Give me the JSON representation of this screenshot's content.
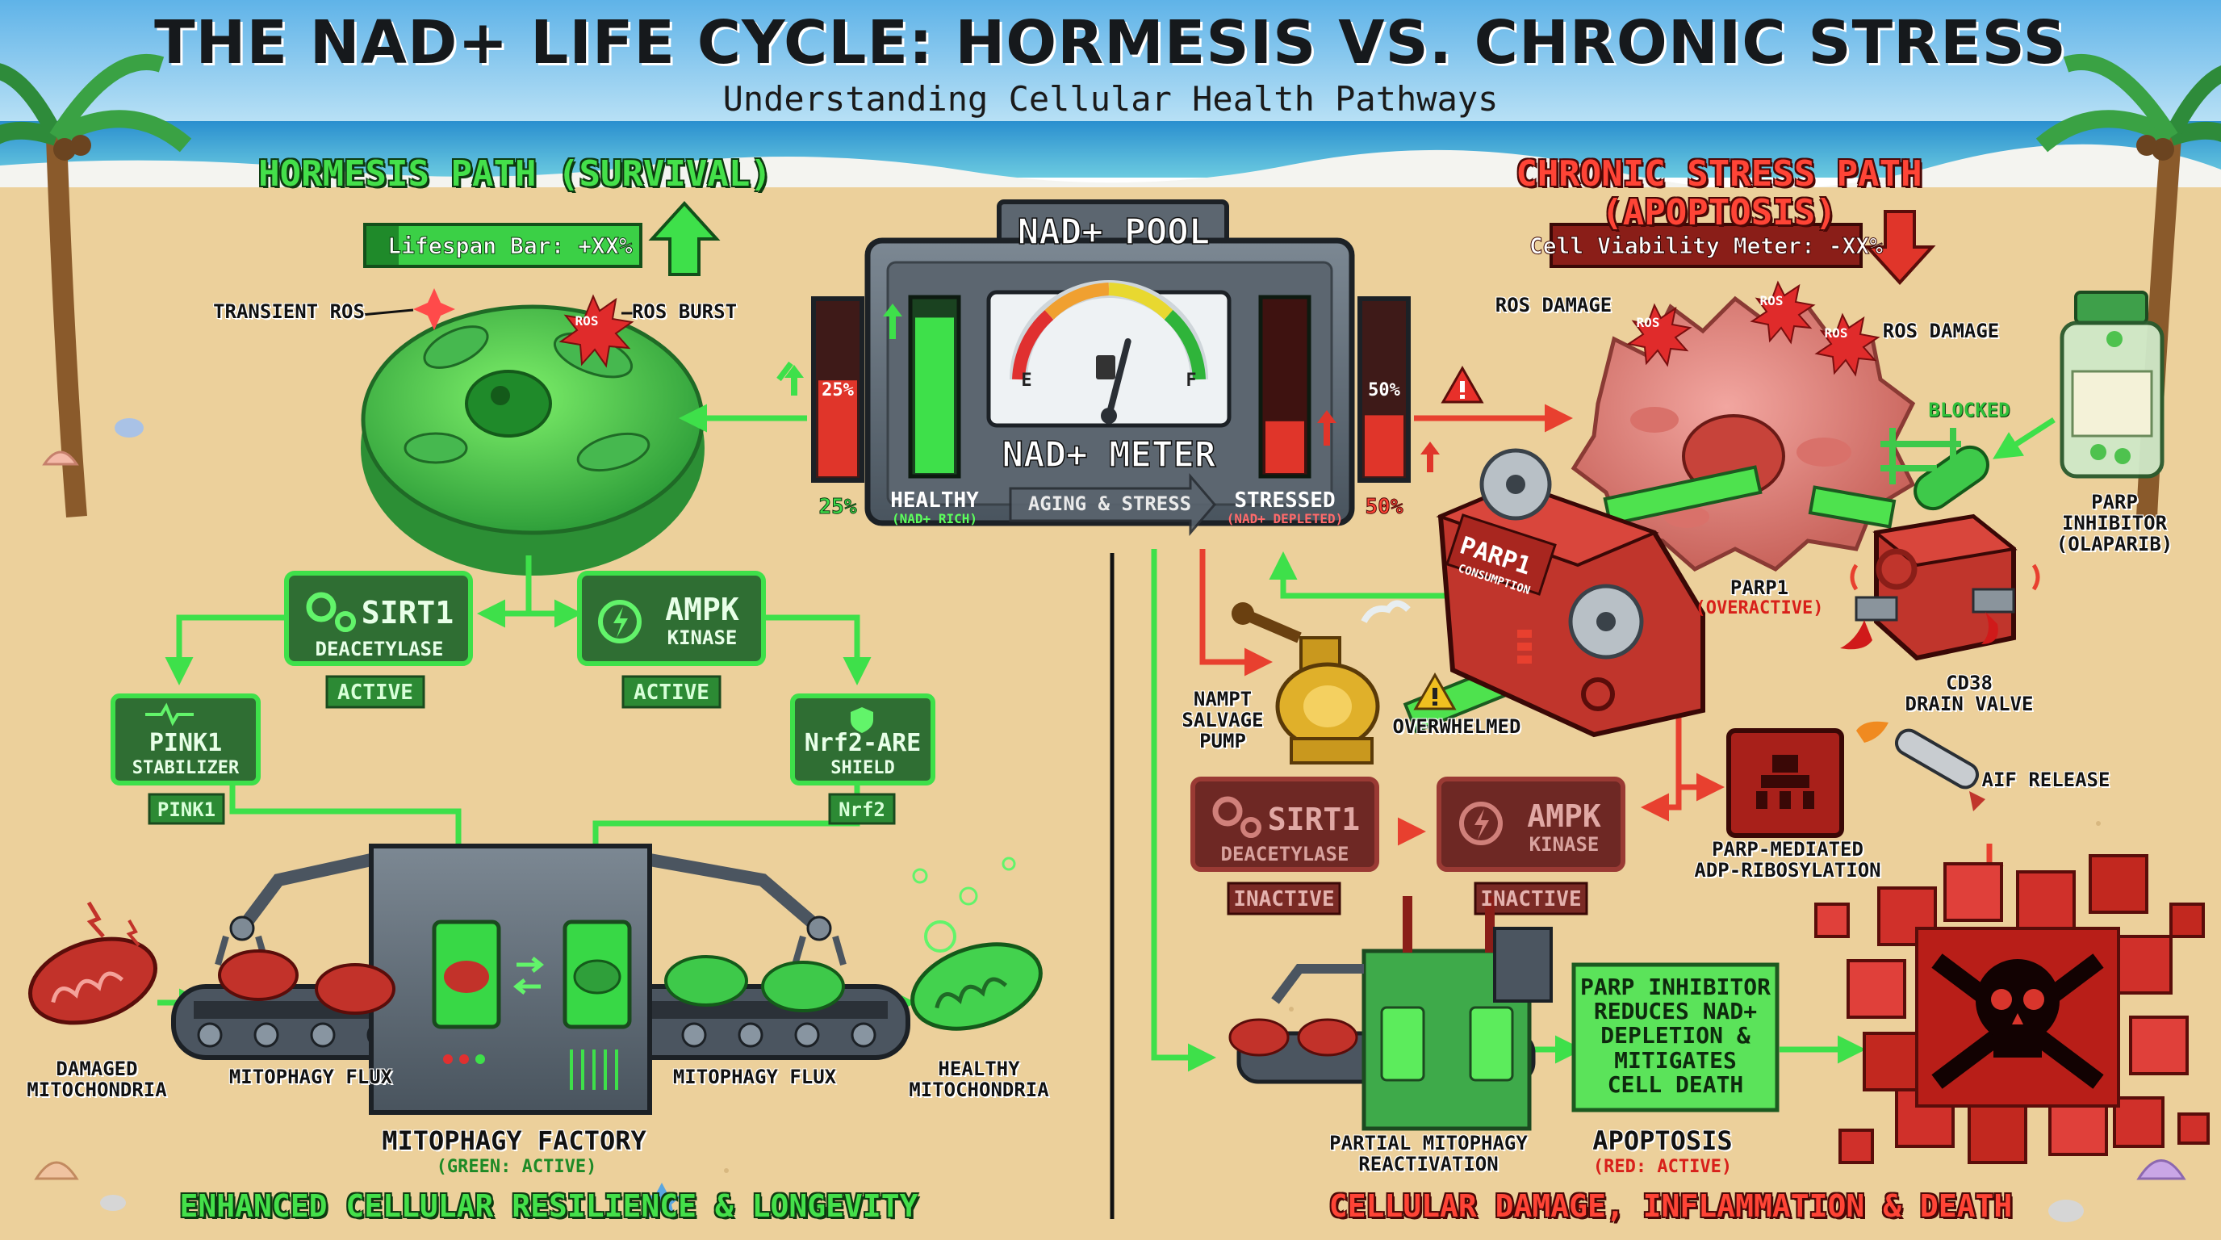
{
  "header": {
    "title": "THE NAD+ LIFE CYCLE: HORMESIS VS. CHRONIC STRESS",
    "subtitle": "Understanding Cellular Health Pathways"
  },
  "hormesis": {
    "heading": "HORMESIS PATH (SURVIVAL)",
    "lifespan_bar": "Lifespan Bar: +XX%",
    "transient_ros": "TRANSIENT ROS",
    "ros_burst": "ROS BURST",
    "ros_tag": "ROS",
    "sirt1": {
      "name": "SIRT1",
      "sub": "DEACETYLASE",
      "status": "ACTIVE"
    },
    "ampk": {
      "name": "AMPK",
      "sub": "KINASE",
      "status": "ACTIVE"
    },
    "pink1": {
      "name": "PINK1",
      "sub": "STABILIZER",
      "tag": "PINK1"
    },
    "nrf2": {
      "name": "Nrf2-ARE",
      "sub": "SHIELD",
      "tag": "Nrf2"
    },
    "damaged_mito": "DAMAGED\nMITOCHONDRIA",
    "flux_left": "MITOPHAGY FLUX",
    "flux_right": "MITOPHAGY FLUX",
    "healthy_mito": "HEALTHY\nMITOCHONDRIA",
    "factory": "MITOPHAGY FACTORY",
    "factory_status": "(GREEN: ACTIVE)",
    "footer": "ENHANCED CELLULAR RESILIENCE & LONGEVITY",
    "color": "#3ee04a"
  },
  "pool": {
    "title": "NAD+ POOL",
    "meter_label": "NAD+ METER",
    "gauge_empty": "E",
    "gauge_full": "F",
    "healthy_label": "HEALTHY",
    "healthy_sub": "(NAD+ RICH)",
    "aging_label": "AGING & STRESS",
    "stressed_label": "STRESSED",
    "stressed_sub": "(NAD+ DEPLETED)",
    "left_pct": "25%",
    "left_pct_below": "25%",
    "right_pct": "50%",
    "right_pct_below": "50%",
    "gauge_level": 0.58,
    "healthy_fill": 0.9,
    "stressed_fill": 0.3,
    "left_tube_fill": 0.55,
    "right_tube_fill": 0.35
  },
  "chronic": {
    "heading": "CHRONIC STRESS PATH (APOPTOSIS)",
    "viability_meter": "Cell Viability Meter: -XX%",
    "ros_damage_left": "ROS DAMAGE",
    "ros_damage_right": "ROS DAMAGE",
    "ros_tag": "ROS",
    "blocked": "BLOCKED",
    "parp_inhibitor": "PARP\nINHIBITOR\n(OLAPARIB)",
    "parp1_machine": "PARP1",
    "parp1_machine_sub": "CONSUMPTION",
    "parp1_label": "PARP1",
    "parp1_status": "(OVERACTIVE)",
    "cd38": "CD38\nDRAIN VALVE",
    "nampt": "NAMPT\nSALVAGE\nPUMP",
    "overwhelmed": "OVERWHELMED",
    "sirt1": {
      "name": "SIRT1",
      "sub": "DEACETYLASE",
      "status": "INACTIVE"
    },
    "ampk": {
      "name": "AMPK",
      "sub": "KINASE",
      "status": "INACTIVE"
    },
    "parp_mediated": "PARP-MEDIATED\nADP-RIBOSYLATION",
    "aif_release": "AIF RELEASE",
    "parp_note": "PARP INHIBITOR\nREDUCES NAD+\nDEPLETION &\nMITIGATES\nCELL DEATH",
    "partial_mitophagy": "PARTIAL MITOPHAGY\nREACTIVATION",
    "apoptosis": "APOPTOSIS",
    "apoptosis_status": "(RED: ACTIVE)",
    "footer": "CELLULAR DAMAGE, INFLAMMATION & DEATH",
    "color": "#ff3b30"
  },
  "palette": {
    "sky": "#7cc6ee",
    "sea": "#2f9fd8",
    "sand": "#edd29c",
    "panel": "#5f6b76",
    "panel_dark": "#2a2f35",
    "green_box": "#2f7a34",
    "red_box": "#6e2824"
  }
}
